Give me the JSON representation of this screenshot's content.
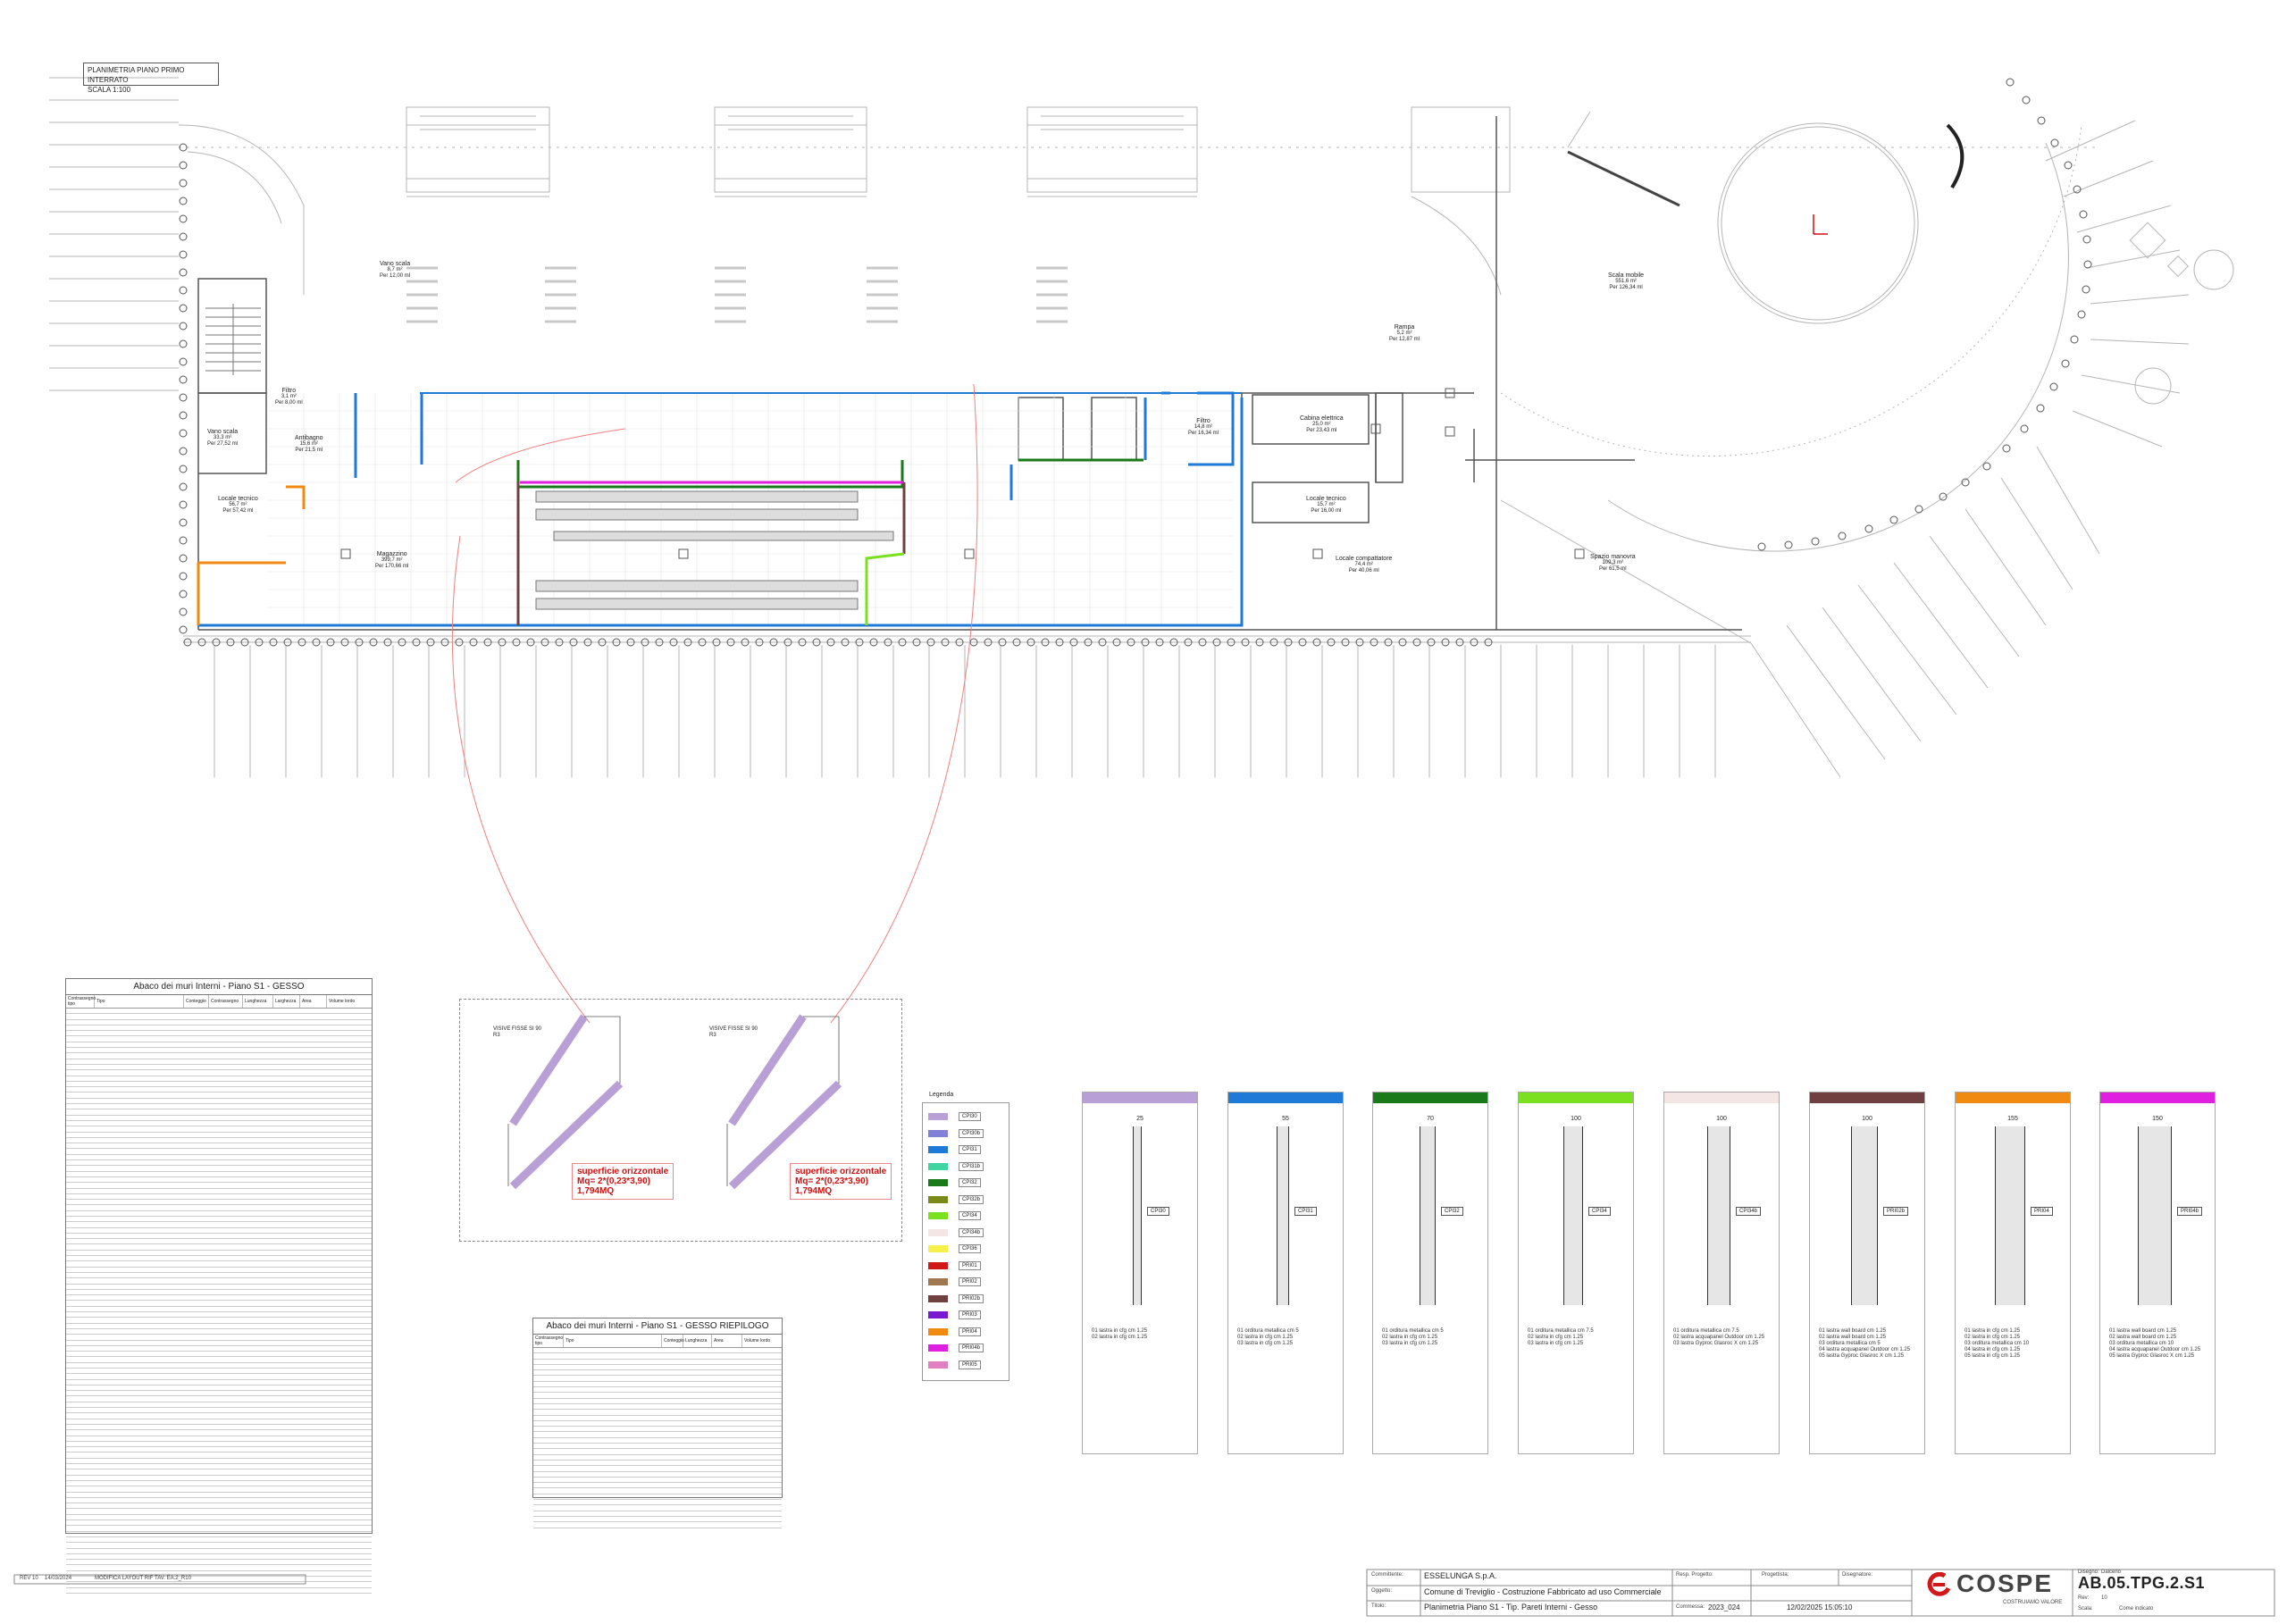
{
  "plan_title": {
    "line1": "PLANIMETRIA PIANO PRIMO INTERRATO",
    "line2": "SCALA 1:100"
  },
  "rooms": [
    {
      "name": "Vano scala",
      "area": "8,7 m²",
      "per": "Per 12,00 ml"
    },
    {
      "name": "Filtro",
      "area": "3,1 m²",
      "per": "Per 8,00 ml"
    },
    {
      "name": "Antibagno",
      "area": "15,6 m²",
      "per": "Per 21,5 ml"
    },
    {
      "name": "Vano scala",
      "area": "33,3 m²",
      "per": "Per 27,52 ml"
    },
    {
      "name": "Locale tecnico",
      "area": "56,7 m²",
      "per": "Per 57,42 ml"
    },
    {
      "name": "Magazzino",
      "area": "399,7 m²",
      "per": "Per 170,66 ml"
    },
    {
      "name": "Filtro",
      "area": "14,8 m²",
      "per": "Per 16,34 ml"
    },
    {
      "name": "Cabina elettrica",
      "area": "25,0 m²",
      "per": "Per 23,43 ml"
    },
    {
      "name": "Locale tecnico",
      "area": "15,7 m²",
      "per": "Per 16,00 ml"
    },
    {
      "name": "Locale compattatore",
      "area": "74,4 m²",
      "per": "Per 40,06 ml"
    },
    {
      "name": "Rampa",
      "area": "5,2 m²",
      "per": "Per 12,87 ml"
    },
    {
      "name": "Spazio manovra",
      "area": "109,3 m²",
      "per": "Per 61,5 ml"
    },
    {
      "name": "Scala mobile",
      "area": "551,6 m²",
      "per": "Per 126,34 ml"
    }
  ],
  "abaco_main": {
    "title": "Abaco dei muri Interni - Piano S1 - GESSO",
    "columns": [
      "Contrassegno tipo",
      "Tipo",
      "Conteggio",
      "Contrassegno",
      "Lunghezza",
      "Larghezza",
      "Area",
      "Volume lordo"
    ]
  },
  "abaco_summary": {
    "title": "Abaco dei muri Interni - Piano S1 - GESSO RIEPILOGO",
    "columns": [
      "Contrassegno tipo",
      "Tipo",
      "Conteggio",
      "Lunghezza",
      "Area",
      "Volume lordo"
    ]
  },
  "detail": {
    "left_title": [
      "VISIVE FISSE SI 90",
      "R3"
    ],
    "right_title": [
      "VISIVE FISSE SI 90",
      "R3"
    ],
    "box_left": {
      "l1": "superficie orizzontale",
      "l2": "Mq= 2*(0,23*3,90)",
      "l3": "1,794MQ"
    },
    "box_right": {
      "l1": "superficie orizzontale",
      "l2": "Mq= 2*(0,23*3,90)",
      "l3": "1,794MQ"
    }
  },
  "legend": {
    "title": "Legenda",
    "items": [
      {
        "code": "CPI30",
        "color": "#b89fd6"
      },
      {
        "code": "CPI30b",
        "color": "#8080d8"
      },
      {
        "code": "CPI31",
        "color": "#1e7ad6"
      },
      {
        "code": "CPI31b",
        "color": "#3fd4a0"
      },
      {
        "code": "CPI32",
        "color": "#1a7a1a"
      },
      {
        "code": "CPI32b",
        "color": "#7a8a1a"
      },
      {
        "code": "CPI34",
        "color": "#7ae020"
      },
      {
        "code": "CPI34b",
        "color": "#f5e6e6"
      },
      {
        "code": "CPI36",
        "color": "#f7f04a"
      },
      {
        "code": "PRI01",
        "color": "#d01a1a"
      },
      {
        "code": "PRI02",
        "color": "#a07850"
      },
      {
        "code": "PRI02b",
        "color": "#704040"
      },
      {
        "code": "PRI03",
        "color": "#7a1ad0"
      },
      {
        "code": "PRI04",
        "color": "#f08a10"
      },
      {
        "code": "PRI04b",
        "color": "#e020e0"
      },
      {
        "code": "PRI05",
        "color": "#e080c0"
      }
    ]
  },
  "wall_types": [
    {
      "thk": "25",
      "code": "CPI30",
      "color": "#b89fd6",
      "desc": [
        "01   lastra in cfg cm 1.25",
        "02   lastra in cfg cm 1.25"
      ]
    },
    {
      "thk": "55",
      "code": "CPI31",
      "color": "#1e7ad6",
      "desc": [
        "01   orditura metallica cm 5",
        "02   lastra in cfg cm 1.25",
        "03   lastra in cfg cm 1.25"
      ]
    },
    {
      "thk": "70",
      "code": "CPI32",
      "color": "#1a7a1a",
      "desc": [
        "01   orditura metallica cm 5",
        "02   lastra in cfg cm 1.25",
        "03   lastra in cfg cm 1.25"
      ]
    },
    {
      "thk": "100",
      "code": "CPI34",
      "color": "#7ae020",
      "desc": [
        "01   orditura metallica cm 7.5",
        "02   lastra in cfg cm 1.25",
        "03   lastra in cfg cm 1.25"
      ]
    },
    {
      "thk": "100",
      "code": "CPI34b",
      "color": "#f5e6e6",
      "desc": [
        "01   orditura metallica cm 7.5",
        "02   lastra acquapanel Outdoor cm 1.25",
        "03   lastra Gyproc Glasroc X cm 1.25"
      ]
    },
    {
      "thk": "100",
      "code": "PRI02b",
      "color": "#704040",
      "desc": [
        "01   lastra wall board cm 1.25",
        "02   lastra wall board cm 1.25",
        "03   orditura metallica cm 5",
        "04   lastra acquapanel Outdoor cm 1.25",
        "05   lastra Gyproc Glasroc X cm 1.25"
      ]
    },
    {
      "thk": "155",
      "code": "PRI04",
      "color": "#f08a10",
      "desc": [
        "01   lastra in cfg cm 1.25",
        "02   lastra in cfg cm 1.25",
        "03   orditura metallica cm 10",
        "04   lastra in cfg cm 1.25",
        "05   lastra in cfg cm 1.25"
      ]
    },
    {
      "thk": "150",
      "code": "PRI04b",
      "color": "#e020e0",
      "desc": [
        "01   lastra wall board cm 1.25",
        "02   lastra wall board cm 1.25",
        "03   orditura metallica cm 10",
        "04   lastra acquapanel Outdoor cm 1.25",
        "05   lastra Gyproc Glasroc X cm 1.25"
      ]
    }
  ],
  "revision": {
    "rev": "REV 10",
    "date": "14/03/2024",
    "desc": "MODIFICA LAYOUT RIF TAV. EA.2_R10"
  },
  "title_block": {
    "committente_label": "Committente:",
    "committente": "ESSELUNGA S.p.A.",
    "oggetto_label": "Oggetto:",
    "oggetto": "Comune di Treviglio - Costruzione Fabbricato ad uso Commerciale",
    "titolo_label": "Titolo:",
    "titolo": "Planimetria Piano S1 - Tip. Pareti Interni - Gesso",
    "resp_label": "Resp. Progetto:",
    "progettista_label": "Progettista:",
    "disegnatore_label": "Disegnatore:",
    "commessa_label": "Commessa:",
    "commessa": "2023_024",
    "datetime": "12/02/2025 15:05:10",
    "disegno_label": "Disegno:",
    "disegno": "Dalcerio",
    "sheet": "AB.05.TPG.2.S1",
    "rev_label": "Rev:",
    "rev": "10",
    "scala_label": "Scala:",
    "scala": "Come indicato",
    "brand": "COSPE",
    "brand_sub": "COSTRUIAMO VALORE"
  }
}
